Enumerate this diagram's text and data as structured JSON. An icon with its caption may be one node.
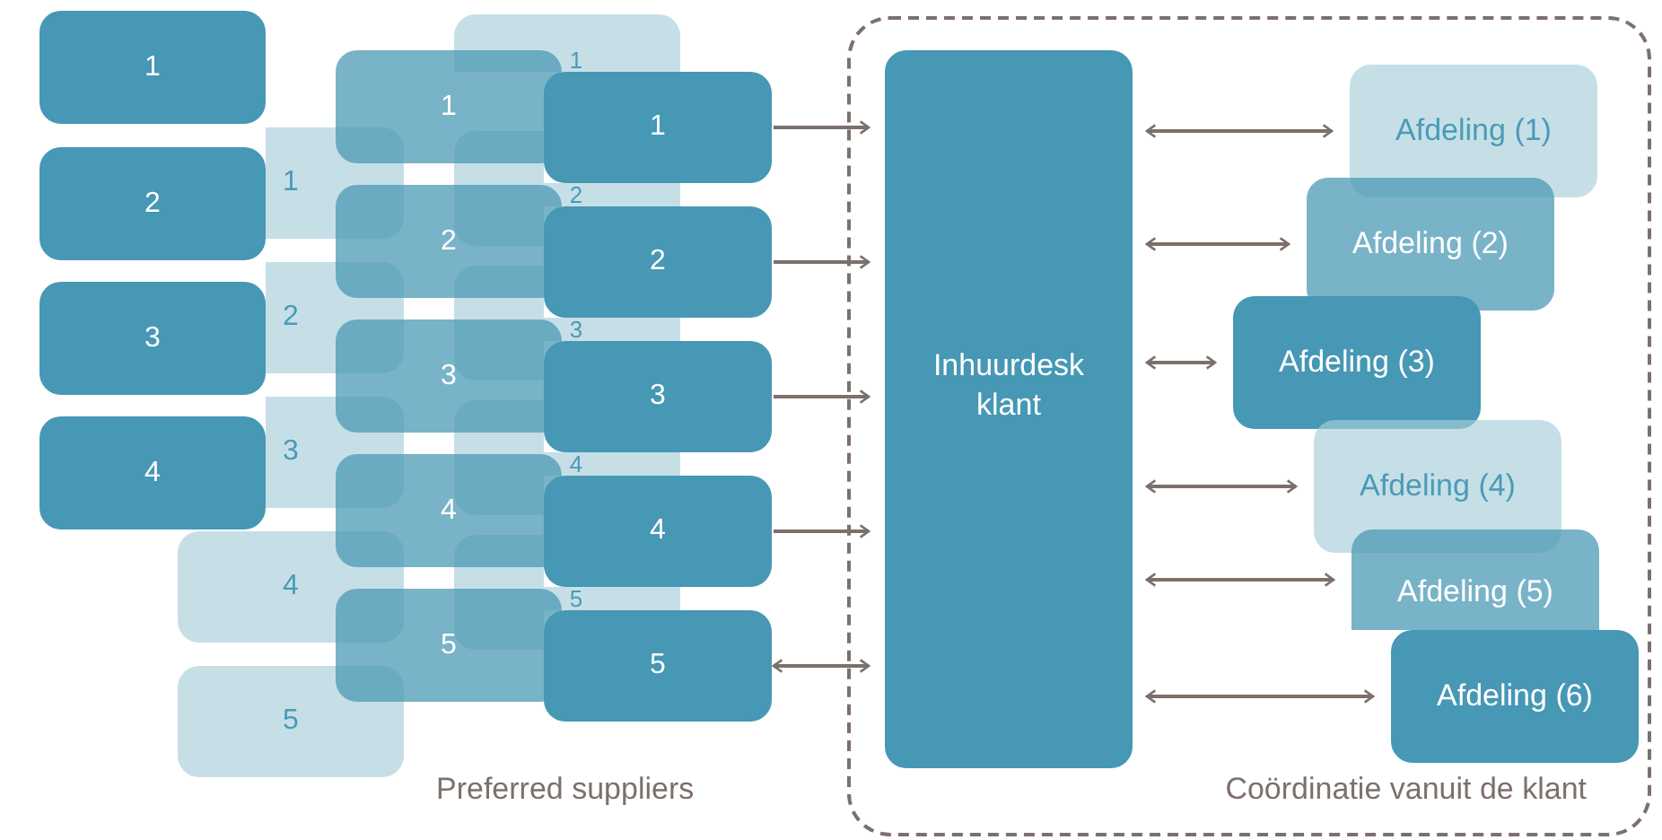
{
  "diagram": {
    "nodes": [
      {
        "text": [
          "1"
        ]
      },
      {
        "text": [
          "2"
        ]
      },
      {
        "text": [
          "3"
        ]
      },
      {
        "text": [
          "4"
        ]
      },
      {
        "text": [
          "1"
        ]
      },
      {
        "text": [
          "2"
        ]
      },
      {
        "text": [
          "3"
        ]
      },
      {
        "text": [
          "4"
        ]
      },
      {
        "text": [
          "5"
        ]
      },
      {
        "text": [
          "1"
        ]
      },
      {
        "text": [
          "2"
        ]
      },
      {
        "text": [
          "3"
        ]
      },
      {
        "text": [
          "4"
        ]
      },
      {
        "text": [
          "5"
        ]
      },
      {
        "text": [
          "1"
        ]
      },
      {
        "text": [
          "2"
        ]
      },
      {
        "text": [
          "3"
        ]
      },
      {
        "text": [
          "4"
        ]
      },
      {
        "text": [
          "5"
        ]
      },
      {
        "text": [
          "1"
        ]
      },
      {
        "text": [
          "2"
        ]
      },
      {
        "text": [
          "3"
        ]
      },
      {
        "text": [
          "4"
        ]
      },
      {
        "text": [
          "5"
        ]
      },
      {
        "text": [
          "Coördinatie vanuit de klant"
        ]
      },
      {
        "text": [
          "Inhuurdesk klant"
        ],
        "in": 24
      },
      {
        "text": [
          "Afdeling (1)"
        ],
        "in": 24
      },
      {
        "text": [
          "Afdeling (2)"
        ],
        "in": 24
      },
      {
        "text": [
          "Afdeling (3)"
        ],
        "in": 24
      },
      {
        "text": [
          "Afdeling (4)"
        ],
        "in": 24
      },
      {
        "text": [
          "Afdeling (5)"
        ],
        "in": 24
      },
      {
        "text": [
          "Afdeling (6)"
        ],
        "in": 24
      }
    ],
    "edges": [
      {
        "from": 19,
        "to": 25,
        "arrow": "to"
      },
      {
        "from": 20,
        "to": 25,
        "arrow": "to"
      },
      {
        "from": 21,
        "to": 25,
        "arrow": "to"
      },
      {
        "from": 22,
        "to": 25,
        "arrow": "to"
      },
      {
        "from": 23,
        "to": 25,
        "arrow": "both"
      },
      {
        "from": 25,
        "to": 26,
        "arrow": "both"
      },
      {
        "from": 25,
        "to": 27,
        "arrow": "both"
      },
      {
        "from": 25,
        "to": 28,
        "arrow": "both"
      },
      {
        "from": 25,
        "to": 29,
        "arrow": "both"
      },
      {
        "from": 25,
        "to": 30,
        "arrow": "both"
      },
      {
        "from": 25,
        "to": 31,
        "arrow": "both"
      }
    ],
    "labels": [
      "Preferred suppliers"
    ]
  }
}
